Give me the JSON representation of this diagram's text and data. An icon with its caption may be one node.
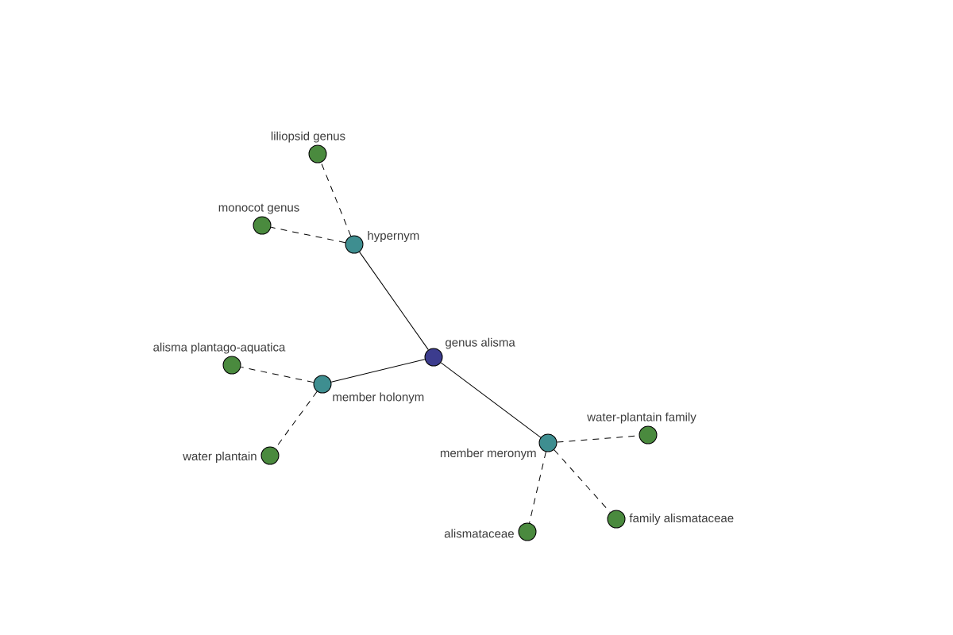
{
  "diagram": {
    "nodes": [
      {
        "text": [
          "liliopsid genus"
        ]
      },
      {
        "text": [
          "monocot genus"
        ]
      },
      {
        "text": [
          "hypernym"
        ]
      },
      {
        "text": [
          "genus alisma"
        ]
      },
      {
        "text": [
          "alisma plantago-aquatica"
        ]
      },
      {
        "text": [
          "member holonym"
        ]
      },
      {
        "text": [
          "water-plantain family"
        ]
      },
      {
        "text": [
          "member meronym"
        ]
      },
      {
        "text": [
          "water plantain"
        ]
      },
      {
        "text": [
          "family alismataceae"
        ]
      },
      {
        "text": [
          "alismataceae"
        ]
      }
    ],
    "edges": [
      {
        "from": 3,
        "to": 2,
        "arrow": "none"
      },
      {
        "from": 3,
        "to": 5,
        "arrow": "none"
      },
      {
        "from": 3,
        "to": 7,
        "arrow": "none"
      },
      {
        "from": 2,
        "to": 0,
        "arrow": "none",
        "style": "dashed"
      },
      {
        "from": 2,
        "to": 1,
        "arrow": "none",
        "style": "dashed"
      },
      {
        "from": 5,
        "to": 4,
        "arrow": "none",
        "style": "dashed"
      },
      {
        "from": 5,
        "to": 8,
        "arrow": "none",
        "style": "dashed"
      },
      {
        "from": 7,
        "to": 6,
        "arrow": "none",
        "style": "dashed"
      },
      {
        "from": 7,
        "to": 9,
        "arrow": "none",
        "style": "dashed"
      },
      {
        "from": 7,
        "to": 10,
        "arrow": "none",
        "style": "dashed"
      }
    ]
  }
}
